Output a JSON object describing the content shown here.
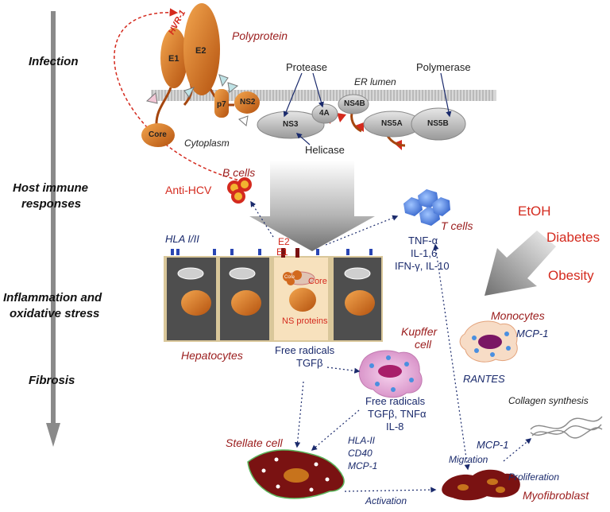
{
  "stages": {
    "infection": "Infection",
    "host_immune_1": "Host immune",
    "host_immune_2": "responses",
    "inflammation_1": "Inflammation and",
    "inflammation_2": "oxidative stress",
    "fibrosis": "Fibrosis"
  },
  "virus": {
    "hvr1": "HVR-1",
    "e1": "E1",
    "e2": "E2",
    "polyprotein": "Polyprotein",
    "p7": "p7",
    "core": "Core",
    "cytoplasm": "Cytoplasm",
    "er_lumen": "ER lumen",
    "protease": "Protease",
    "polymerase": "Polymerase",
    "helicase": "Helicase",
    "ns2": "NS2",
    "ns3": "NS3",
    "ns4a": "4A",
    "ns4b": "NS4B",
    "ns5a": "NS5A",
    "ns5b": "NS5B"
  },
  "immune": {
    "b_cells": "B cells",
    "anti_hcv": "Anti-HCV",
    "t_cells": "T cells",
    "t_cytokines": [
      "TNF-α",
      "IL-1,6",
      "IFN-γ, IL-10"
    ]
  },
  "cofactors": {
    "etoh": "EtOH",
    "diabetes": "Diabetes",
    "obesity": "Obesity"
  },
  "liver": {
    "hla": "HLA I/II",
    "e2": "E2",
    "e1": "E1",
    "core": "Core",
    "ns_proteins": "NS proteins",
    "hepatocytes": "Hepatocytes",
    "free_radicals": "Free radicals",
    "tgfb": "TGFβ",
    "mini_core": "Core"
  },
  "kupffer": {
    "label_1": "Kupffer",
    "label_2": "cell",
    "out": [
      "Free radicals",
      "TGFβ, TNFα",
      "IL-8"
    ]
  },
  "monocytes": {
    "label": "Monocytes",
    "mcp1": "MCP-1"
  },
  "rantes": "RANTES",
  "stellate": {
    "label": "Stellate cell",
    "markers": [
      "HLA-II",
      "CD40",
      "MCP-1"
    ],
    "activation": "Activation"
  },
  "myofibroblast": {
    "label": "Myofibroblast",
    "mcp1": "MCP-1",
    "migration": "Migration",
    "proliferation": "Proliferation",
    "collagen": "Collagen synthesis"
  },
  "colors": {
    "orange": "#d2691e",
    "red_text": "#9a1c1c",
    "navy": "#1a2a6c",
    "grey": "#aaaaaa",
    "hepatocyte": "#555555",
    "stellate": "#7a1212"
  }
}
